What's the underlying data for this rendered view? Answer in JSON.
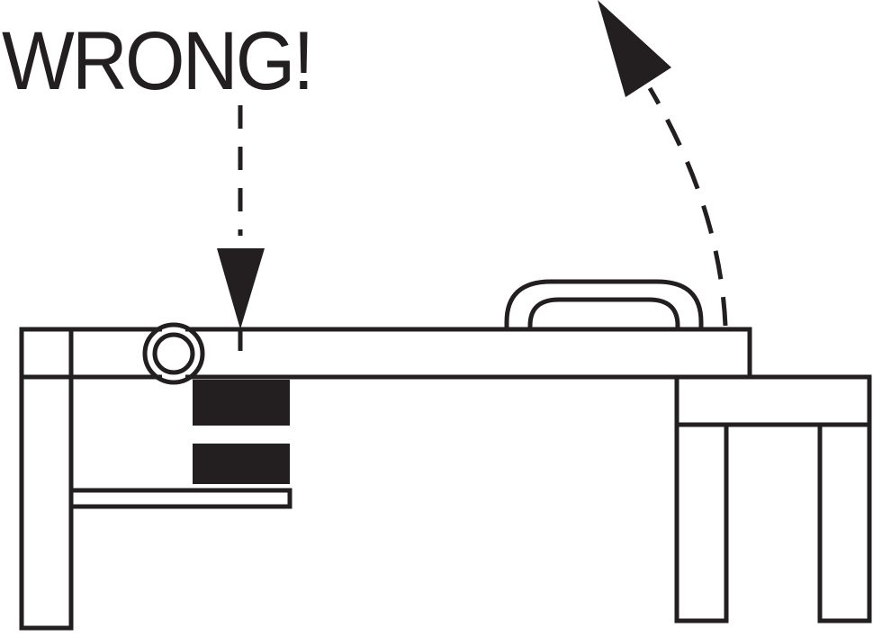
{
  "diagram": {
    "warning_label": "WRONG!",
    "colors": {
      "ink": "#231f20",
      "background": "#ffffff"
    },
    "parts": [
      "hinged-lid",
      "hinge-pin",
      "handle",
      "left-support-post",
      "right-table-frame",
      "latch-blocks",
      "bottom-shelf"
    ],
    "indicators": [
      "downward-force-arrow",
      "lift-direction-arrow"
    ]
  }
}
